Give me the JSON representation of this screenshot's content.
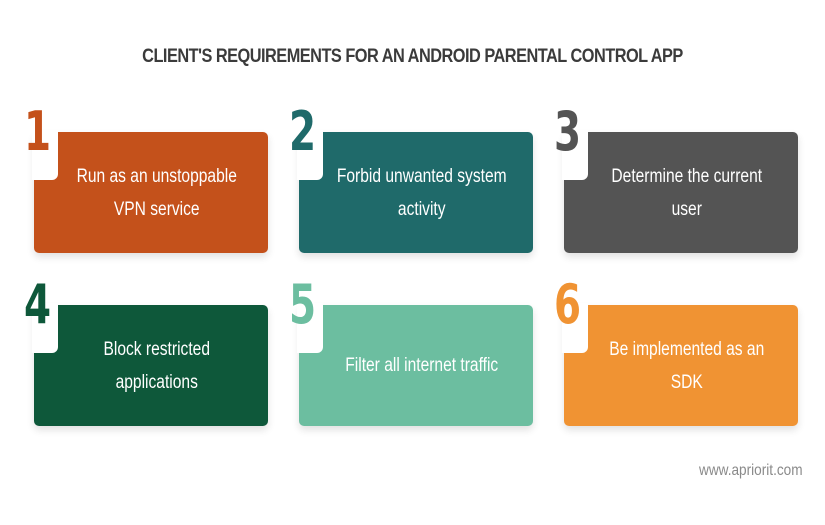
{
  "title": "CLIENT'S REQUIREMENTS FOR AN ANDROID PARENTAL CONTROL APP",
  "cards": [
    {
      "number": "1",
      "text_line1": "Run as an unstoppable",
      "text_line2": "VPN service",
      "color": "#c4511b"
    },
    {
      "number": "2",
      "text_line1": "Forbid unwanted system",
      "text_line2": "activity",
      "color": "#1f6a6a"
    },
    {
      "number": "3",
      "text_line1": "Determine the current user",
      "text_line2": "",
      "color": "#545454"
    },
    {
      "number": "4",
      "text_line1": "Block restricted applications",
      "text_line2": "",
      "color": "#0e583a"
    },
    {
      "number": "5",
      "text_line1": "Filter all internet traffic",
      "text_line2": "",
      "color": "#6cbea0"
    },
    {
      "number": "6",
      "text_line1": "Be implemented as an SDK",
      "text_line2": "",
      "color": "#f09333"
    }
  ],
  "footer": {
    "website": "www.apriorit.com"
  }
}
